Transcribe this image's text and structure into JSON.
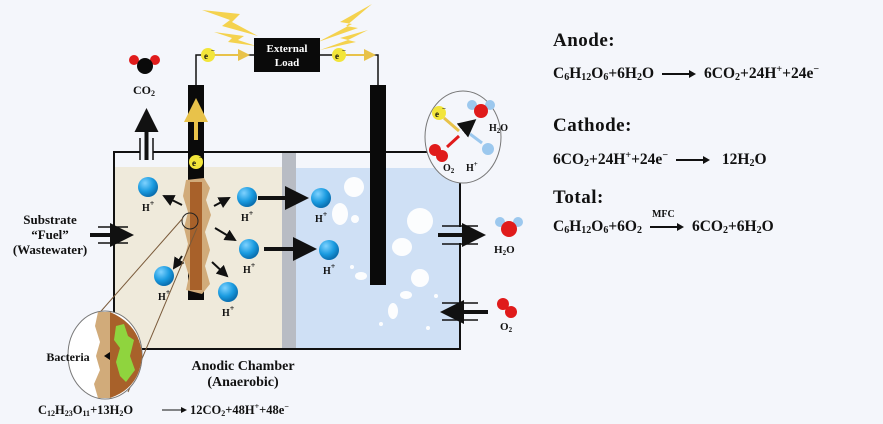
{
  "diagram": {
    "external_load": {
      "line1": "External",
      "line2": "Load"
    },
    "electron": "e",
    "electron_sign": "−",
    "co2_label": "CO",
    "co2_sub": "2",
    "substrate": {
      "line1": "Substrate",
      "line2": "“Fuel”",
      "line3": "(Wastewater)"
    },
    "hplus": "H",
    "hplus_sup": "+",
    "h2o_label": {
      "h": "H",
      "sub": "2",
      "o": "O"
    },
    "o2_label": {
      "o": "O",
      "sub": "2"
    },
    "bacteria_label": "Bacteria",
    "anodic_chamber": {
      "line1": "Anodic Chamber",
      "line2": "(Anaerobic)"
    },
    "inset": {
      "h2o": "H",
      "h2o_sub": "2",
      "h2o_o": "O",
      "o2": "O",
      "o2_sub": "2",
      "hplus": "H",
      "hplus_sup": "+"
    },
    "colors": {
      "anode_chamber": "#efeadb",
      "cathode_chamber": "#cfe0f5",
      "membrane": "#b8bcc4",
      "electrode": "#0a0a0a",
      "biofilm": "#a8612a",
      "biofilm_light": "#d1ab7a",
      "bacteria_green": "#8fd43e",
      "proton": "#1a9be0",
      "electron": "#f2e53a",
      "lightning": "#f4cf3c",
      "oxygen_red": "#e01b1b",
      "hydrogen_blue": "#9cc8ee"
    }
  },
  "bottom_equation": {
    "lhs": [
      [
        "C",
        "12"
      ],
      [
        "H",
        "23"
      ],
      [
        "O",
        "11"
      ],
      [
        "+13H",
        ""
      ],
      [
        "",
        "2"
      ],
      [
        "O",
        ""
      ]
    ],
    "text_lhs": "C12H23O11+13H2O",
    "text_rhs": "12CO2+48H++48e−"
  },
  "equations": {
    "anode": {
      "title": "Anode:",
      "lhs": "C6H12O6+6H2O",
      "rhs": "6CO2+24H++24e−"
    },
    "cathode": {
      "title": "Cathode:",
      "lhs": "6CO2+24H++24e−",
      "rhs": "12H2O"
    },
    "total": {
      "title": "Total:",
      "lhs": "C6H12O6+6O2",
      "over_arrow": "MFC",
      "rhs": "6CO2+6H2O"
    }
  }
}
